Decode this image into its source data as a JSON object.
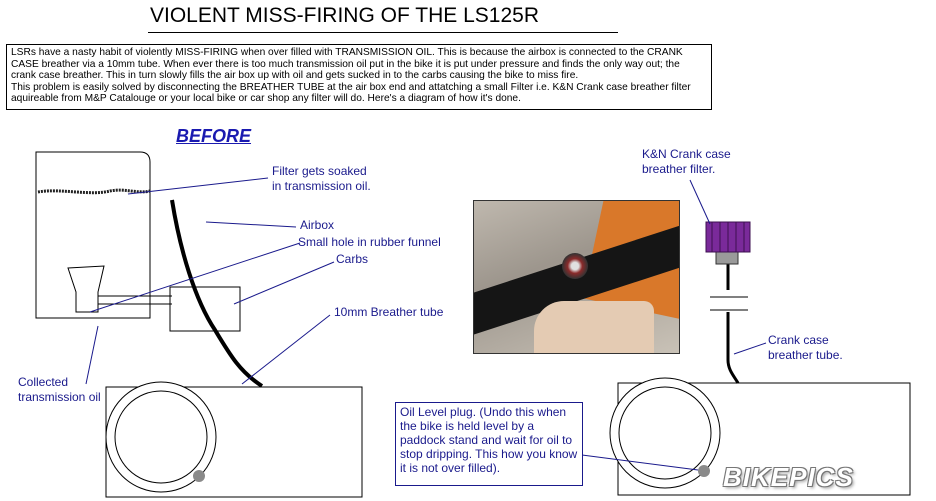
{
  "title": "VIOLENT MISS-FIRING OF THE LS125R",
  "intro": {
    "paragraph1": "LSRs have a nasty habit of violently MISS-FIRING when over filled with TRANSMISSION OIL. This is because the airbox is connected to the CRANK CASE breather via a 10mm tube. When ever there is too much transmission oil put in the bike it is put under pressure and finds the only way out; the crank case breather. This in turn slowly fills the air box up with oil and gets sucked in to the carbs causing the bike to miss fire.",
    "paragraph2": "This problem is easily solved by disconnecting the BREATHER TUBE at the air box end and attatching a small Filter i.e. K&N Crank case breather filter aquireable from M&P Catalouge or your local bike or car shop any filter will do. Here's a diagram of how it's done."
  },
  "before_heading": "BEFORE",
  "labels": {
    "filter_soaked_1": "Filter gets soaked",
    "filter_soaked_2": "in transmission oil.",
    "airbox": "Airbox",
    "small_hole": "Small hole in rubber funnel",
    "carbs": "Carbs",
    "breather_tube": "10mm Breather tube",
    "collected_1": "Collected",
    "collected_2": "transmission oil",
    "kn_1": "K&N Crank case",
    "kn_2": "breather filter.",
    "crank_tube_1": "Crank case",
    "crank_tube_2": "breather tube."
  },
  "oil_level_note": "Oil Level plug. (Undo this when the bike is held level by a paddock stand and wait for oil to stop dripping. This how you know it is not over filled).",
  "watermark": "BIKEPICS",
  "colors": {
    "label_blue": "#1a1a8c",
    "heading_blue": "#1a1ab0",
    "filter_purple": "#7a2a9a",
    "plug_grey": "#8a8a8a"
  }
}
